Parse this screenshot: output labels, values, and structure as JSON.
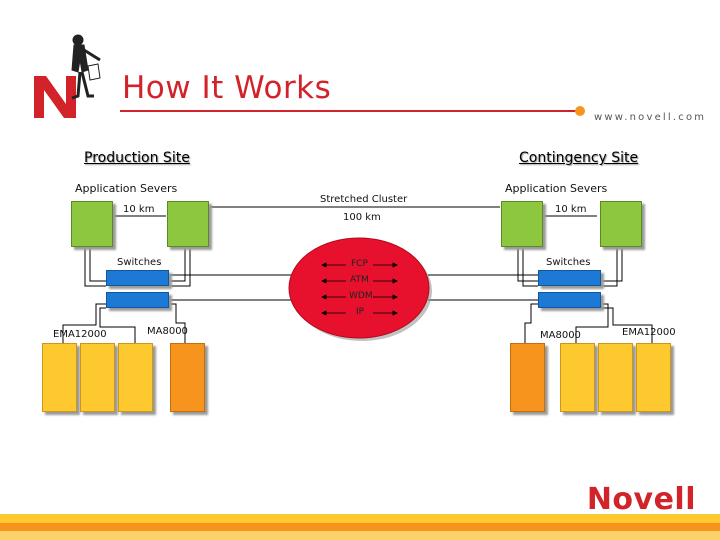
{
  "title": "How It Works",
  "url": "www.novell.com",
  "production_site": "Production Site",
  "contingency_site": "Contingency Site",
  "left": {
    "app_servers": "Application Severs",
    "distance": "10 km",
    "switches": "Switches",
    "storage_a": "EMA12000",
    "storage_b": "MA8000"
  },
  "right": {
    "app_servers": "Application Severs",
    "distance": "10 km",
    "switches": "Switches",
    "storage_a": "MA8000",
    "storage_b": "EMA12000"
  },
  "center": {
    "stretched_cluster": "Stretched Cluster",
    "distance": "100 km",
    "protocols": [
      "FCP",
      "ATM",
      "WDM",
      "IP"
    ]
  },
  "brand": "Novell",
  "colors": {
    "accent_red": "#d2232a",
    "server_green": "#8dc63f",
    "switch_blue": "#1c7ad6",
    "storage_yellow": "#fdc92f",
    "storage_orange": "#f7941d",
    "network_red": "#e8112d"
  }
}
